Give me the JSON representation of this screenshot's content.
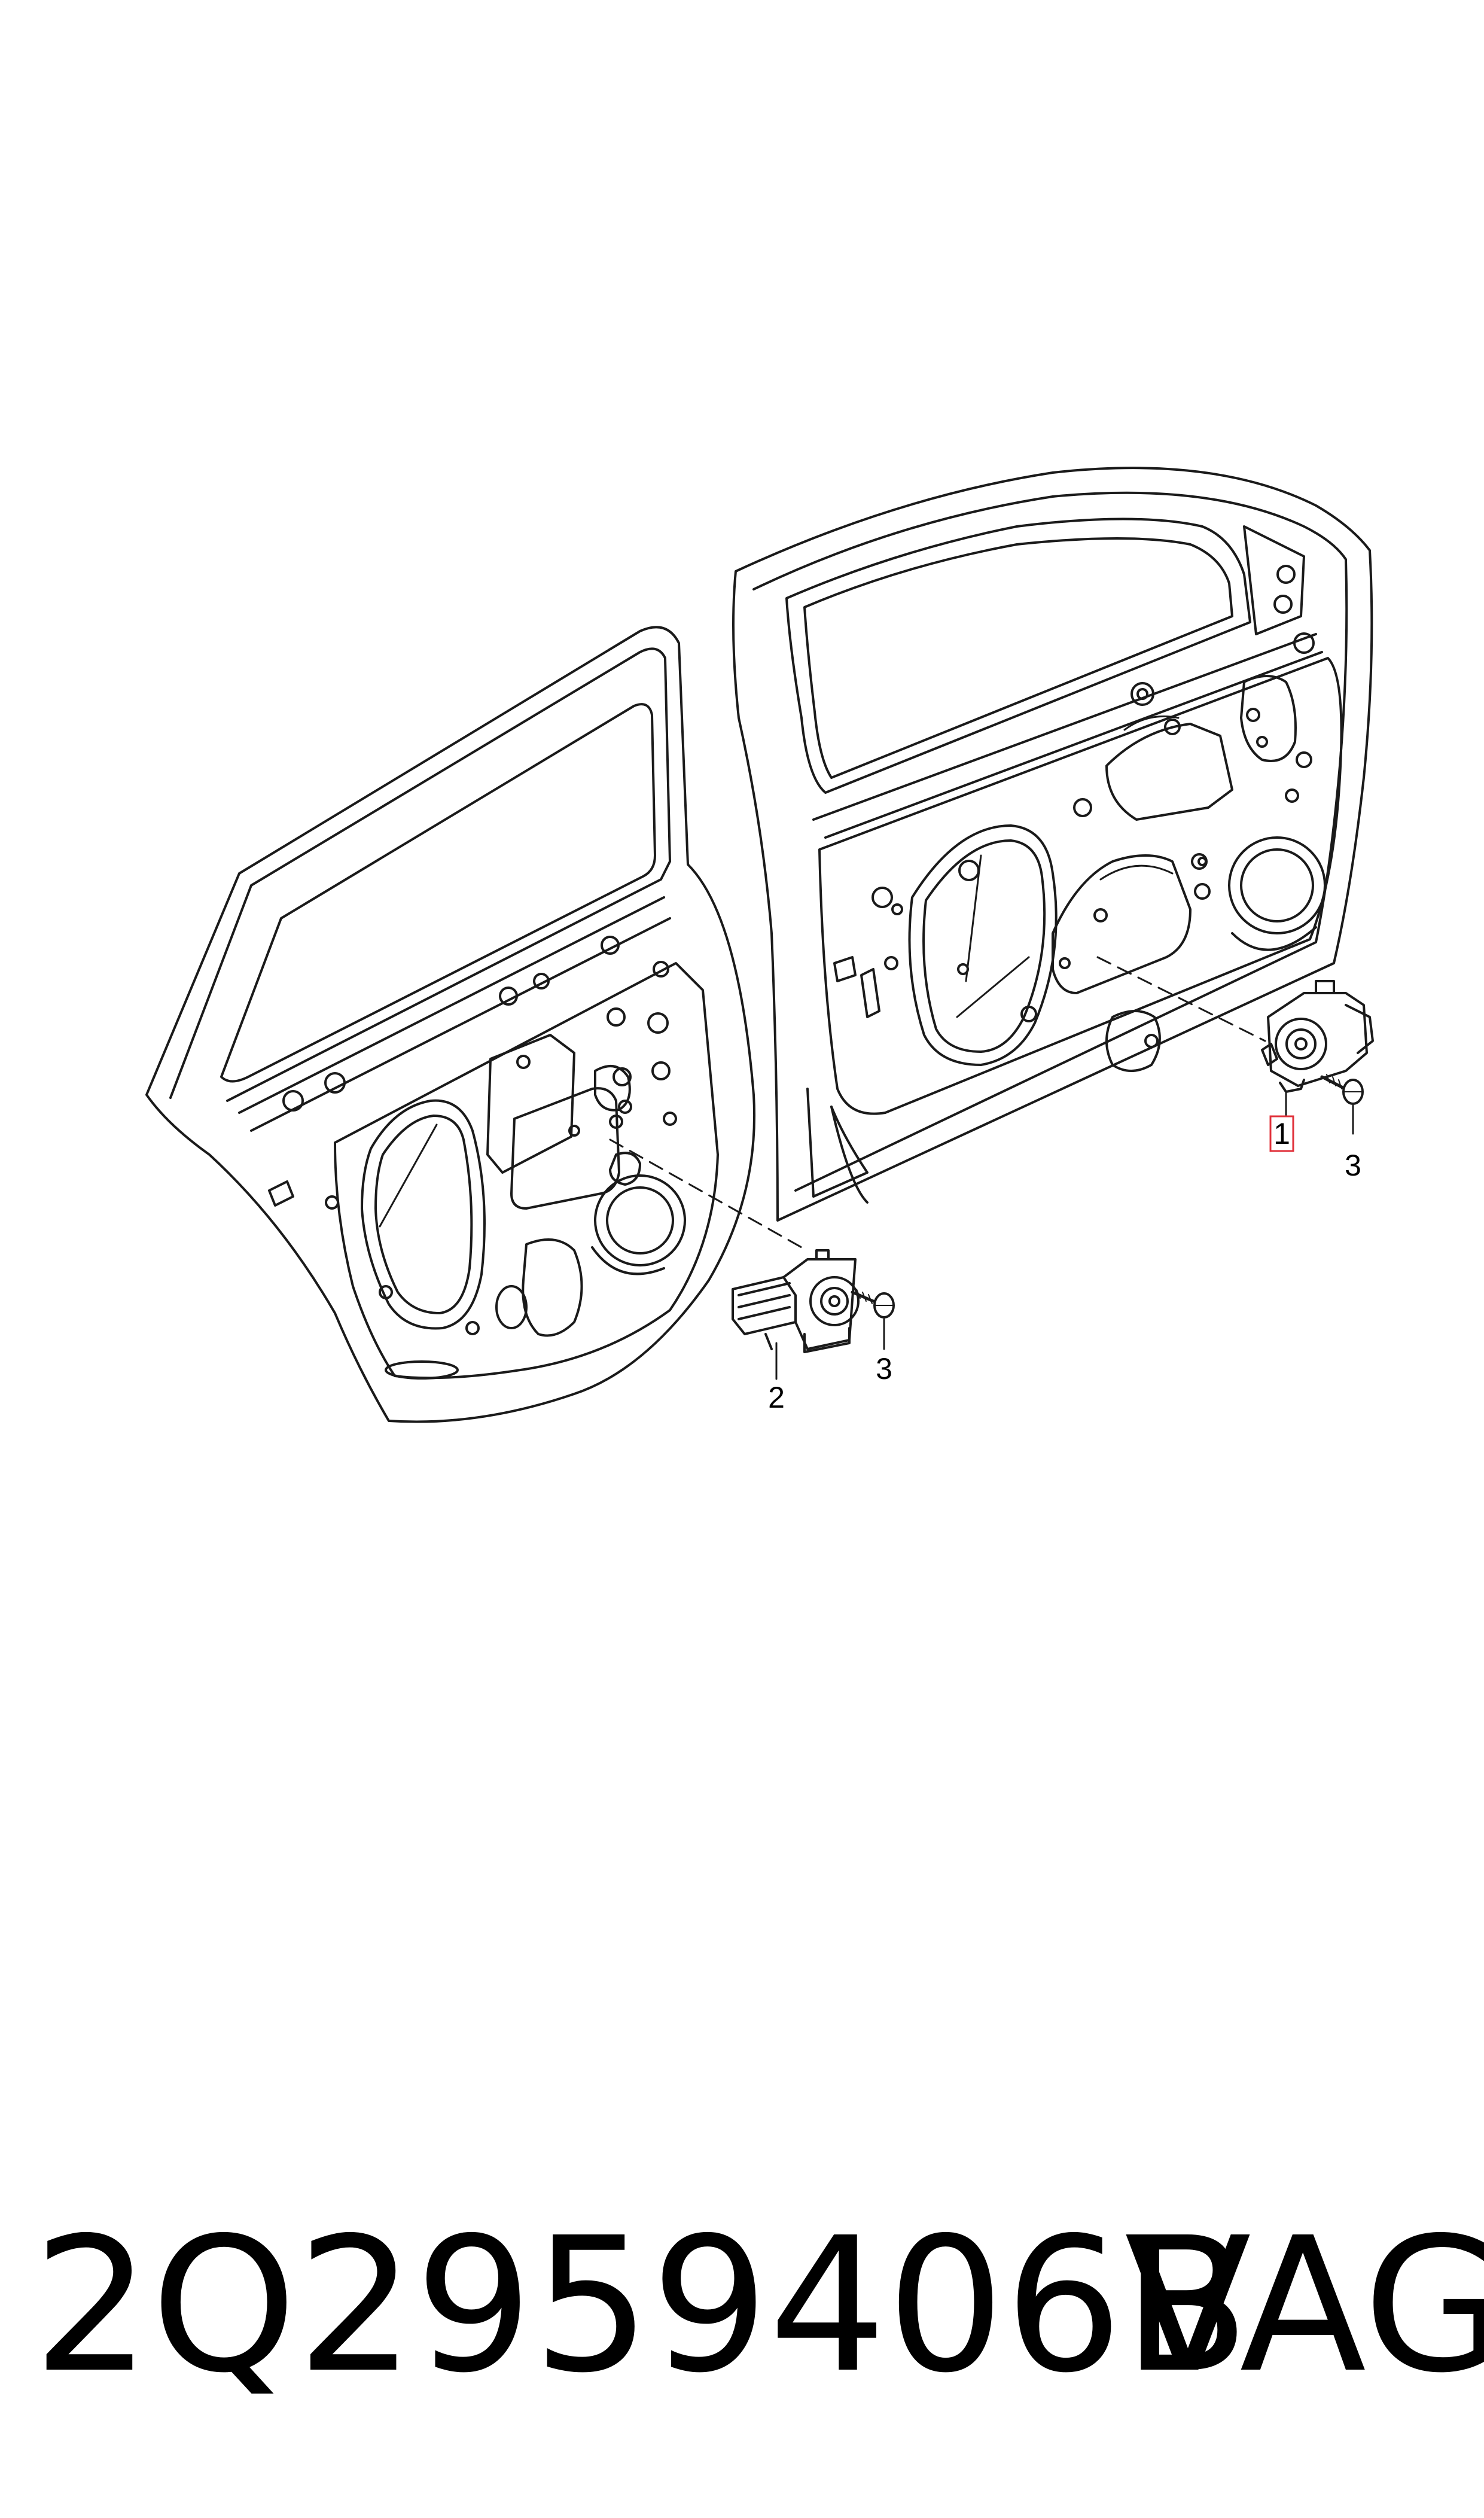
{
  "diagram": {
    "callouts": {
      "item_1": "1",
      "item_2": "2",
      "item_3_front": "3",
      "item_3_rear": "3"
    },
    "highlight_color": "#e0303a",
    "line_color": "#1a1a1a"
  },
  "footer": {
    "part_number": "2Q2959406B",
    "brand": "VAG"
  }
}
